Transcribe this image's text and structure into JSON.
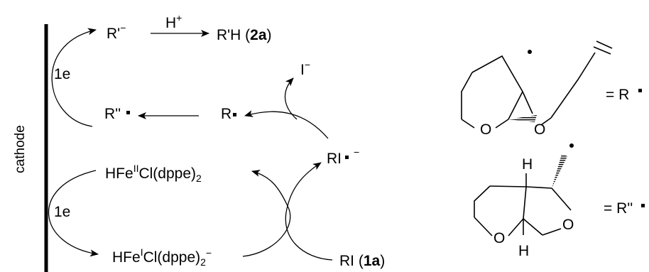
{
  "colors": {
    "ink": "#000000",
    "background": "#ffffff"
  },
  "electrode": {
    "label": "cathode"
  },
  "electron_transfer": {
    "top": "1e",
    "bottom": "1e"
  },
  "protonation": {
    "reagent": "H",
    "reagent_sup": "+"
  },
  "species": {
    "r_dprime_anion": {
      "text": "R'",
      "sup": "−"
    },
    "product": {
      "text": "R'H  (",
      "bold": "2a",
      "close": ")"
    },
    "r_dprime_radical": {
      "text": "R''"
    },
    "r_radical": {
      "text": "R"
    },
    "iodide": {
      "text": "I",
      "sup": "−"
    },
    "radical_anion": {
      "text": "RI",
      "sup": "−"
    },
    "fe2_complex": {
      "pre": "HFe",
      "sup": "II",
      "mid": "Cl(dppe)",
      "sub": "2"
    },
    "fe1_complex": {
      "pre": "HFe",
      "sup": "I",
      "mid": "Cl(dppe)",
      "sub": "2",
      "charge": "−"
    },
    "substrate": {
      "text": "RI  (",
      "bold": "1a",
      "close": ")"
    }
  },
  "structures": {
    "r_radical": {
      "equals": "= R",
      "atoms": [
        "O",
        "O"
      ]
    },
    "r_dprime_radical": {
      "equals": "= R''",
      "atoms": [
        "H",
        "O",
        "O",
        "H"
      ]
    }
  }
}
